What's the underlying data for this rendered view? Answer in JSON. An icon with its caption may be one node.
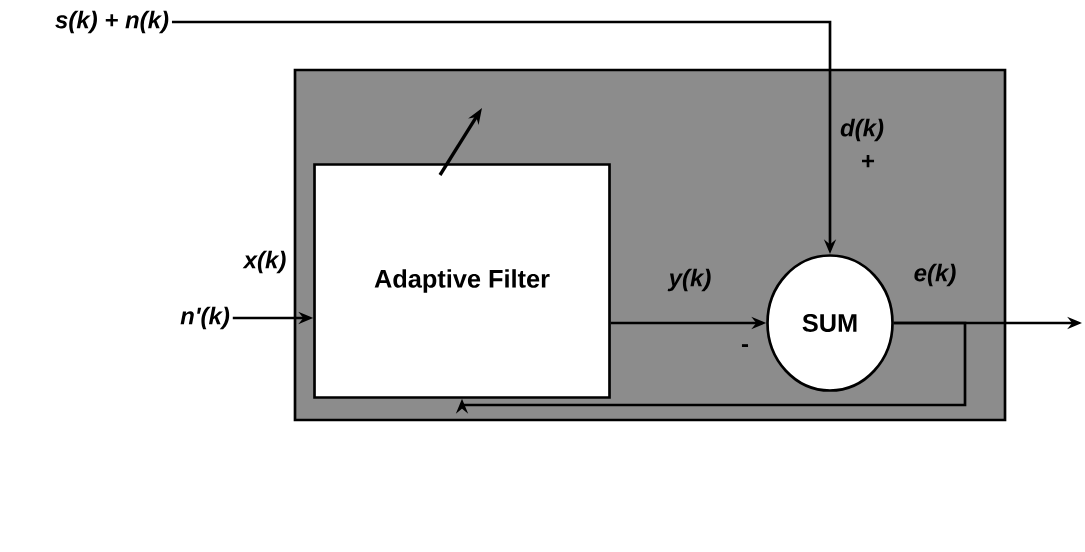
{
  "diagram": {
    "nodes": [
      {
        "text": [],
        "shape": "box"
      },
      {
        "text": [
          "s(k) + n(k)"
        ]
      },
      {
        "text": [
          "n'(k)"
        ]
      },
      {
        "text": [
          "Adaptive Filter"
        ],
        "in": 0
      },
      {
        "text": [
          "SUM"
        ],
        "in": 0,
        "beside": [
          "+",
          "-"
        ]
      }
    ],
    "edges": [
      {
        "from": 1,
        "to": 4,
        "arrow": "to",
        "label": "d(k)"
      },
      {
        "from": 2,
        "to": 3,
        "arrow": "to",
        "label": "x(k)"
      },
      {
        "from": 3,
        "to": 4,
        "arrow": "to",
        "label": "y(k)"
      },
      {
        "from": 4,
        "to": null,
        "arrow": "to",
        "label": "e(k)"
      },
      {
        "from": 4,
        "to": 3,
        "arrow": "to"
      }
    ]
  }
}
